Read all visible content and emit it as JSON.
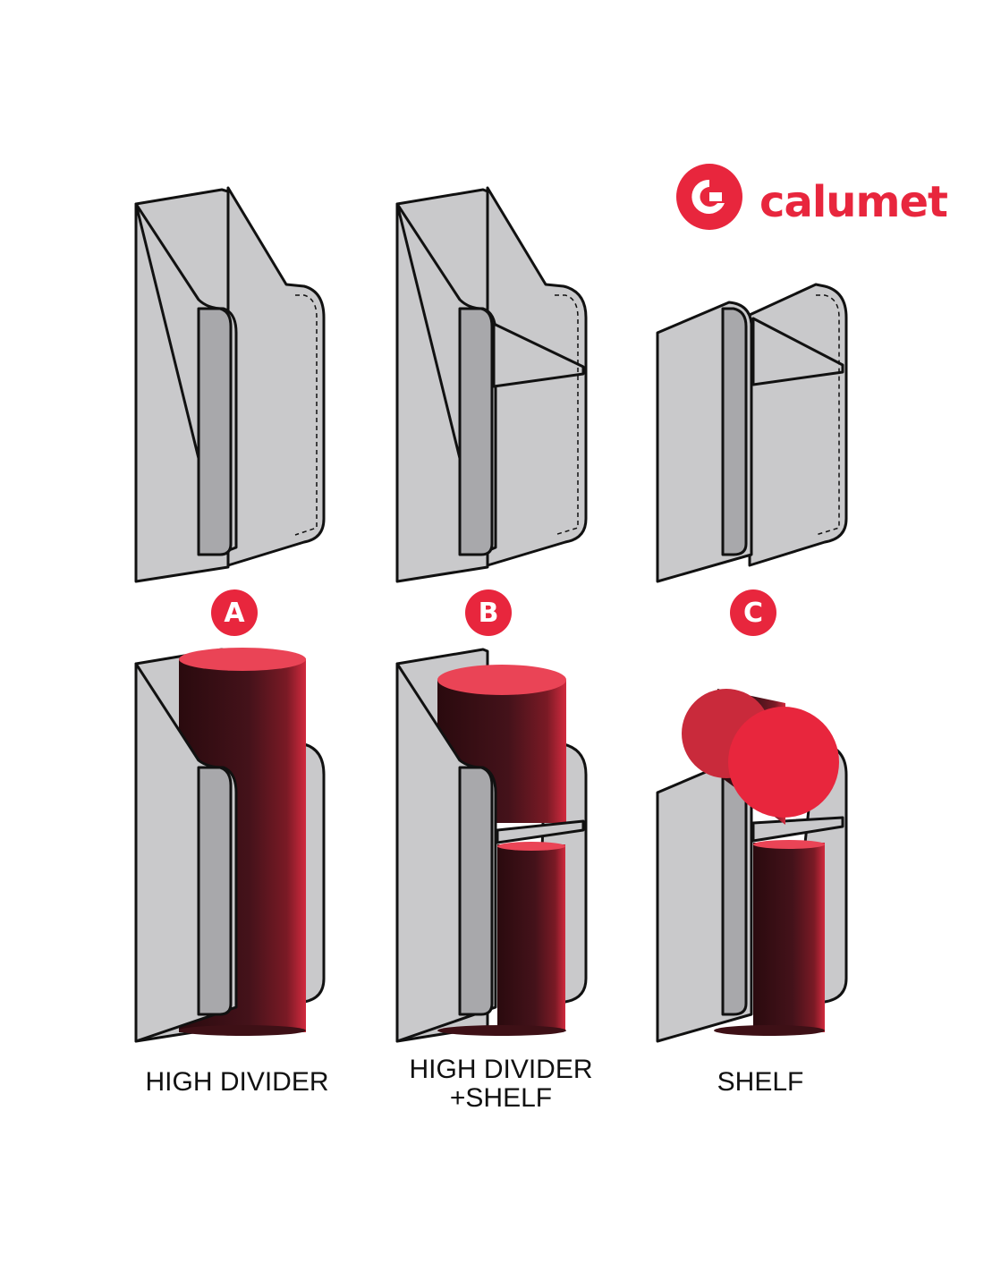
{
  "brand": {
    "name": "calumet",
    "color": "#e8263d"
  },
  "options": [
    {
      "letter": "A",
      "caption_line1": "HIGH DIVIDER",
      "caption_line2": ""
    },
    {
      "letter": "B",
      "caption_line1": "HIGH DIVIDER",
      "caption_line2": "+SHELF"
    },
    {
      "letter": "C",
      "caption_line1": "SHELF",
      "caption_line2": ""
    }
  ],
  "colors": {
    "panel": "#c9c9cb",
    "panel_dark": "#a8a8ab",
    "outline": "#111111",
    "cylinder_body": "#3e1016",
    "cylinder_top": "#ea4456",
    "accent": "#e8263d"
  }
}
